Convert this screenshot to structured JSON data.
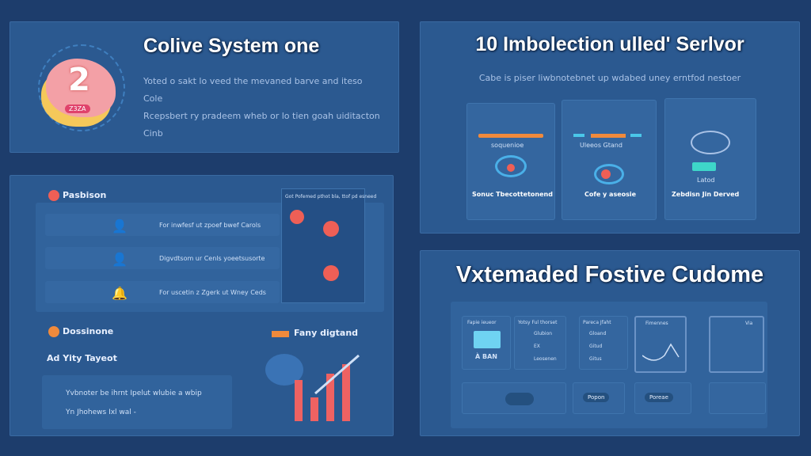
{
  "panel1": {
    "title": "Colive System one",
    "lines": [
      "Yoted o sakt lo veed the mevaned barve and iteso",
      "Cole",
      "Rcepsbert ry pradeem wheb or lo tien goah uiditacton",
      "Cinb"
    ],
    "badge": "2",
    "badge_label": "Z3ZA"
  },
  "panel2": {
    "title": "10 Imbolection ulled' Serlvor",
    "subtitle": "Cabe is piser liwbnotebnet up wdabed uney erntfod nestoer",
    "cards": [
      {
        "label": "Sonuc Tbecottetonend",
        "caption": "soquenioe"
      },
      {
        "label": "Cofe y aseosie",
        "caption": "Uleeos Gtand"
      },
      {
        "label": "Zebdisn Jin Derved",
        "caption": "Latod"
      }
    ]
  },
  "panel3": {
    "section1": "Pasbison",
    "rows": [
      "For inwfesf ut zpoef bwef Carols",
      "Digvdtsom ur Cenls yoeetsusorte",
      "For uscetin z Zgerk ut Wney Ceds"
    ],
    "chart_title": "Got Pofemed pthot bla, ttof pd esneed",
    "section2": "Dossinone",
    "subheading": "Ad Yity Tayeot",
    "list": [
      "Yvbnoter be ihrnt Ipelut wlubie a wbip",
      "Yn Jhohews Ixl wal -"
    ],
    "trend_label": "Fany digtand",
    "bars": [
      52,
      30,
      60,
      72
    ]
  },
  "panel4": {
    "title": "Vxtemaded Fostive Cudome",
    "tiles": [
      {
        "title": "Fapie ieueor",
        "label": "À BAN"
      },
      {
        "title": "Yotsy Ful thorset",
        "items": [
          "Glubion",
          "EX",
          "Leosenen"
        ]
      },
      {
        "title": "Pareca Jfaht",
        "items": [
          "Gloand",
          "Gitud",
          "Gitus"
        ]
      },
      {
        "title": "Fimennes"
      },
      {
        "title": "Via"
      }
    ],
    "buttons": [
      "Popon",
      "Poreae"
    ]
  },
  "colors": {
    "accent": "#ee5f56",
    "orange": "#f08a3c",
    "teal": "#3ed6c9",
    "panel": "#2b5990",
    "background": "#1d3d6c"
  }
}
